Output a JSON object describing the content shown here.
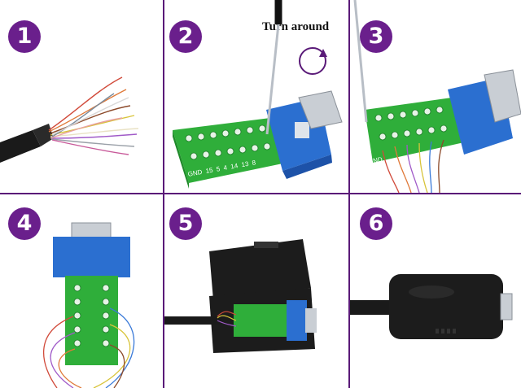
{
  "colors": {
    "badge": "#6a1f8c",
    "divider": "#5a1a78",
    "terminal_block": "#2fae3a",
    "connector_housing": "#2b6fd0",
    "cable_jacket": "#1a1a1a",
    "shell_cover": "#1c1c1c"
  },
  "steps": [
    {
      "number": "1"
    },
    {
      "number": "2",
      "note": "Turn around"
    },
    {
      "number": "3"
    },
    {
      "number": "4"
    },
    {
      "number": "5"
    },
    {
      "number": "6"
    }
  ],
  "terminal_labels": [
    "GND",
    "15",
    "5",
    "4",
    "14",
    "13",
    "8"
  ],
  "terminal_labels_step3": [
    "GND"
  ],
  "icons": [
    "cable-strands-icon",
    "screwdriver-icon",
    "rotate-arrow-icon",
    "db15-terminal-block-icon",
    "plastic-shell-icon"
  ]
}
